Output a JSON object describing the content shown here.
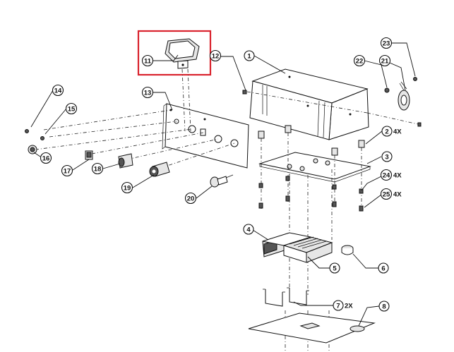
{
  "callouts": [
    {
      "id": "c1",
      "label": "1"
    },
    {
      "id": "c2",
      "label": "2",
      "qty": "4X"
    },
    {
      "id": "c3",
      "label": "3"
    },
    {
      "id": "c4",
      "label": "4"
    },
    {
      "id": "c5",
      "label": "5"
    },
    {
      "id": "c6",
      "label": "6"
    },
    {
      "id": "c7",
      "label": "7",
      "qty": "2X"
    },
    {
      "id": "c8",
      "label": "8"
    },
    {
      "id": "c11",
      "label": "11"
    },
    {
      "id": "c12",
      "label": "12"
    },
    {
      "id": "c13",
      "label": "13"
    },
    {
      "id": "c14",
      "label": "14"
    },
    {
      "id": "c15",
      "label": "15"
    },
    {
      "id": "c16",
      "label": "16"
    },
    {
      "id": "c17",
      "label": "17"
    },
    {
      "id": "c18",
      "label": "18"
    },
    {
      "id": "c19",
      "label": "19"
    },
    {
      "id": "c20",
      "label": "20"
    },
    {
      "id": "c21",
      "label": "21"
    },
    {
      "id": "c22",
      "label": "22"
    },
    {
      "id": "c23",
      "label": "23"
    },
    {
      "id": "c24",
      "label": "24",
      "qty": "4X"
    },
    {
      "id": "c25",
      "label": "25",
      "qty": "4X"
    }
  ],
  "highlight": {
    "target": "11",
    "color": "#d9232d"
  }
}
